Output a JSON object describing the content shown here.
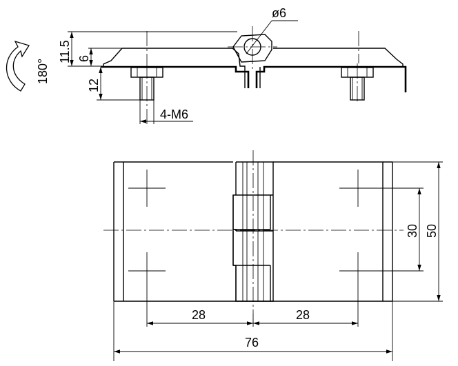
{
  "rotation_label": "180°",
  "side_view": {
    "dims": {
      "height_total": "11.5",
      "height_leaf": "6",
      "bolt_length": "12",
      "thread": "4-M6"
    },
    "pin_diameter": "ø6"
  },
  "top_view": {
    "dims": {
      "half_left": "28",
      "half_right": "28",
      "width_total": "76",
      "hole_spacing": "30",
      "height_total": "50"
    }
  }
}
